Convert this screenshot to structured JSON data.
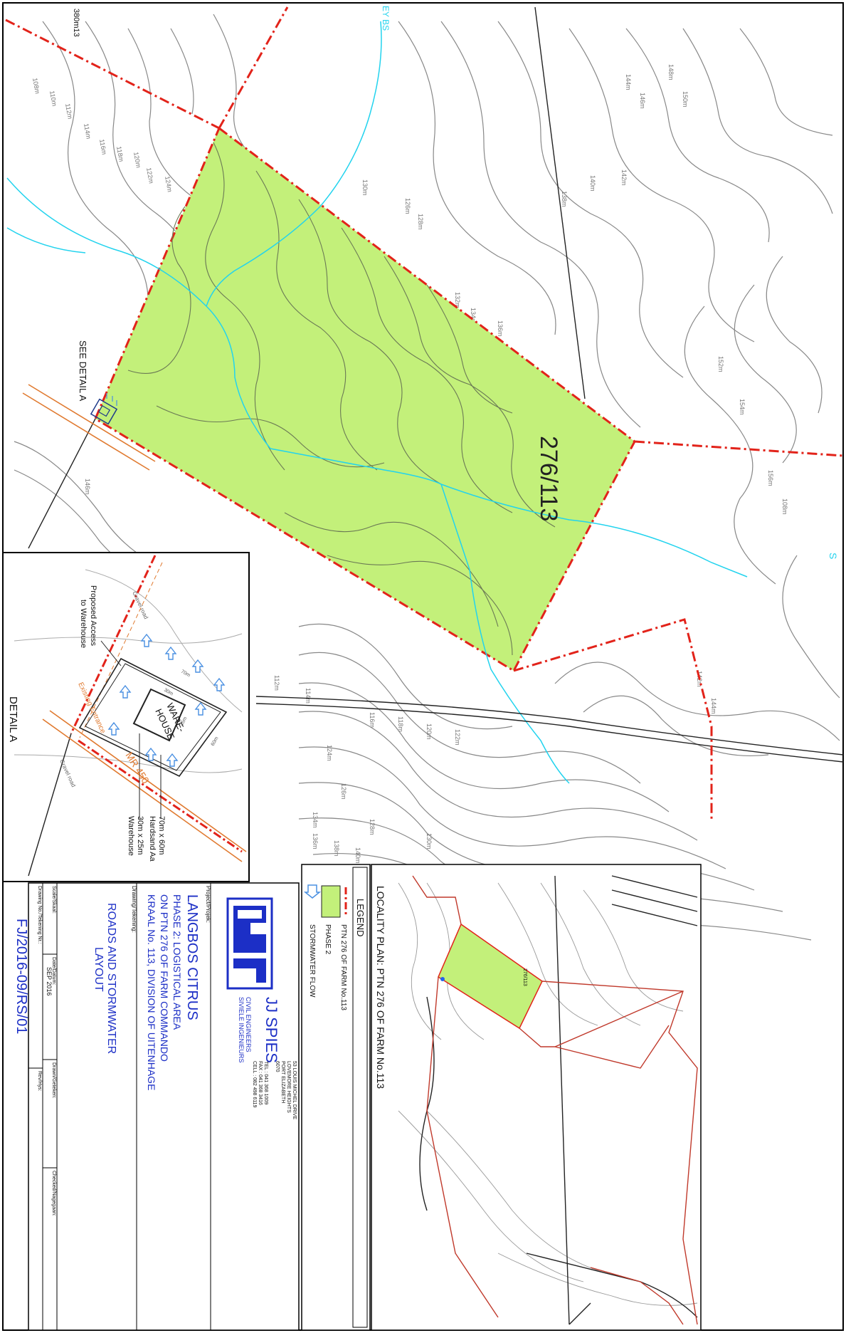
{
  "map": {
    "parcel_label": "276/113",
    "see_detail": "SEE DETAIL A",
    "stream_label_top": "EY BS",
    "stream_label_right": "S",
    "corner_note": "380m13",
    "contour_labels": [
      "108m",
      "110m",
      "112m",
      "114m",
      "116m",
      "118m",
      "120m",
      "122m",
      "124m",
      "126m",
      "128m",
      "130m",
      "132m",
      "134m",
      "136m",
      "138m",
      "140m",
      "142m",
      "144m",
      "146m",
      "148m",
      "150m",
      "152m",
      "154m",
      "156m"
    ]
  },
  "detail": {
    "title": "DETAIL A",
    "road_label": "MR 450",
    "proposed_access": "Proposed Access",
    "to_warehouse": "to Warehouse",
    "existing_entrance": "Existing Entrance",
    "gravel_road_top": "Gravel road",
    "gravel_road_bottom": "Gravel road",
    "warehouse_line1": "WARE-",
    "warehouse_line2": "HOUSE",
    "hardstand_line1": "70m x 60m",
    "hardstand_line2": "Hardsand Aa",
    "warehouse_size_line1": "30m x 25m",
    "warehouse_size_line2": "Warehouse",
    "dim_70": "70m",
    "dim_60": "60m",
    "dim_30": "30m",
    "dim_25": "25m"
  },
  "legend": {
    "title": "LEGEND",
    "items": [
      {
        "label": "PTN 276 OF FARM No.113"
      },
      {
        "label": "PHASE 2"
      },
      {
        "label": "STORMWATER FLOW"
      }
    ]
  },
  "locality": {
    "title": "LOCALITY PLAN: PTN 276 OF FARM No.113",
    "parcel_label": "276/113"
  },
  "title_block": {
    "company": "JJ SPIES",
    "company_sub1": "CIVIL ENGINEERS",
    "company_sub2": "SIVIELE INGENIEURS",
    "address_lines": [
      "53 LOUIS MICHEL DRIVE",
      "LOVEMORE HEIGHTS",
      "PORT ELIZABETH",
      "6070"
    ],
    "contact_lines": [
      "TEL : 041 368 1009",
      "FAX : 041 368 3416",
      "CELL : 082 498 6119"
    ],
    "project_label": "Project/Projek:",
    "project_lines": [
      "LANGBOS CITRUS",
      "PHASE 2: LOGISTICAL AREA",
      "ON PTN 276 OF FARM COMMANDO",
      "KRAAL No. 113, DIVISION OF UITENHAGE"
    ],
    "drawing_label": "Drawing/Tekening:",
    "drawing_lines": [
      "ROADS AND STORMWATER",
      "LAYOUT"
    ],
    "scale_label": "Scale/Skaal:",
    "date_label": "Date/Datum:",
    "date_value": "SEP 2016",
    "drawn_label": "Drawn/Geteken:",
    "checked_label": "Checked/Nagegaan:",
    "rev_label": "Rev/Hys:",
    "drawing_no_label": "Drawing No./Tekening Nr.:",
    "drawing_no": "FJ/2016-09/RS/01"
  },
  "colors": {
    "phase2_fill": "#c3f07a",
    "boundary_red": "#e2231a",
    "stream_cyan": "#22d3ee",
    "road_orange": "#e07a30",
    "title_blue": "#1c2fc6",
    "arrow_blue": "#4a90e2"
  }
}
